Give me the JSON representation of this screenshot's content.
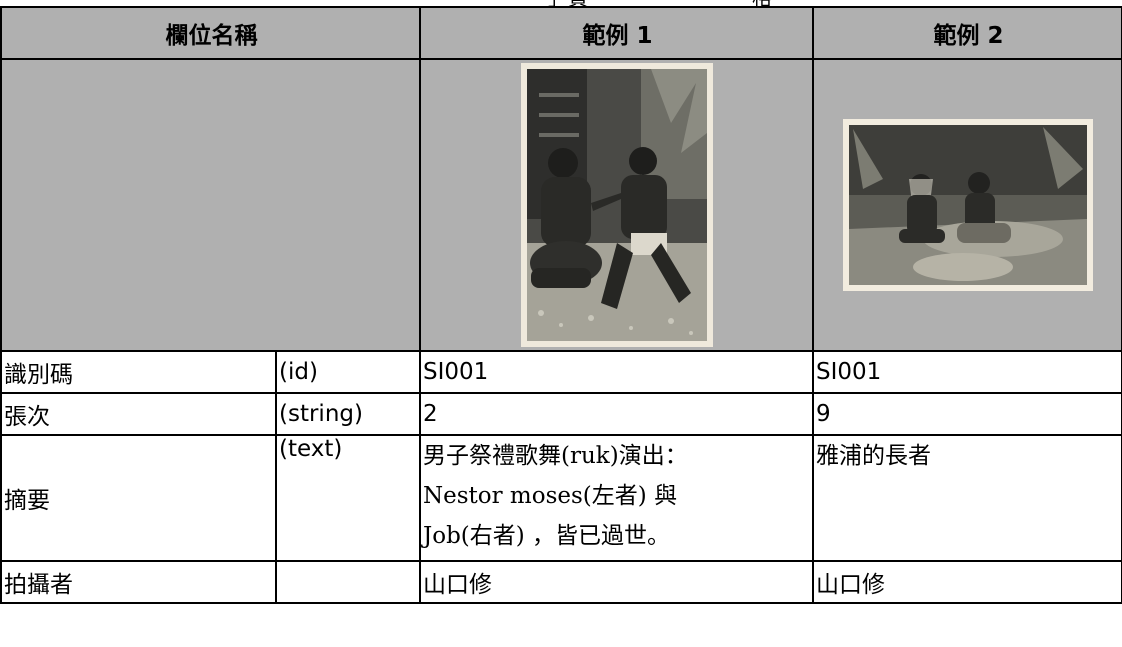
{
  "table": {
    "headers": {
      "field_name": "欄位名稱",
      "example1": "範例 1",
      "example2": "範例 2"
    },
    "rows": [
      {
        "label": "識別碼",
        "type": "(id)",
        "ex1": "SI001",
        "ex2": "SI001"
      },
      {
        "label": "張次",
        "type": "(string)",
        "ex1": "2",
        "ex2": "9"
      },
      {
        "label": "摘要",
        "type": "(text)",
        "ex1_lines": [
          "男子祭禮歌舞(ruk)演出：",
          "Nestor moses(左者) 與",
          "Job(右者) ，皆已過世。"
        ],
        "ex2": "雅浦的長者"
      },
      {
        "label": "拍攝者",
        "type": "",
        "ex1": "山口修",
        "ex2": "山口修"
      }
    ]
  }
}
